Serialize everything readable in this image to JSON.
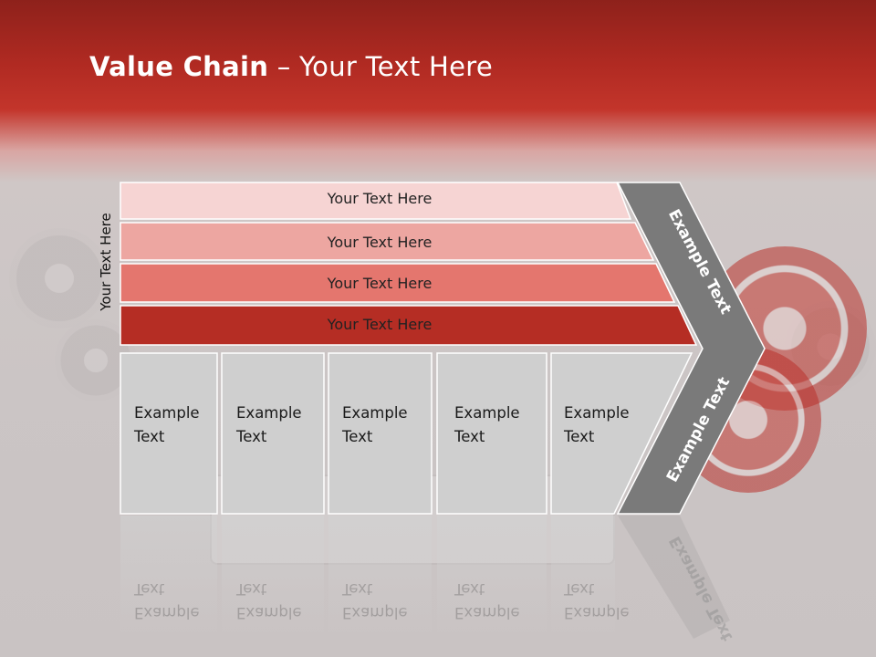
{
  "title": {
    "bold": "Value Chain",
    "rest": " – Your Text Here"
  },
  "side_label": "Your Text Here",
  "bars": [
    {
      "label": "Your Text Here",
      "color": "#f6d4d3"
    },
    {
      "label": "Your Text Here",
      "color": "#eda6a1"
    },
    {
      "label": "Your Text Here",
      "color": "#e4766e"
    },
    {
      "label": "Your Text Here",
      "color": "#b52d24"
    }
  ],
  "cells": [
    {
      "line1": "Example",
      "line2": "Text"
    },
    {
      "line1": "Example",
      "line2": "Text"
    },
    {
      "line1": "Example",
      "line2": "Text"
    },
    {
      "line1": "Example",
      "line2": "Text"
    },
    {
      "line1": "Example",
      "line2": "Text"
    }
  ],
  "chevron": {
    "upper": "Example Text",
    "lower": "Example Text",
    "color": "#7a7a7a"
  },
  "colors": {
    "header": "#a8261f",
    "cell": "#cfcfcf",
    "cell_border": "#ffffff"
  }
}
